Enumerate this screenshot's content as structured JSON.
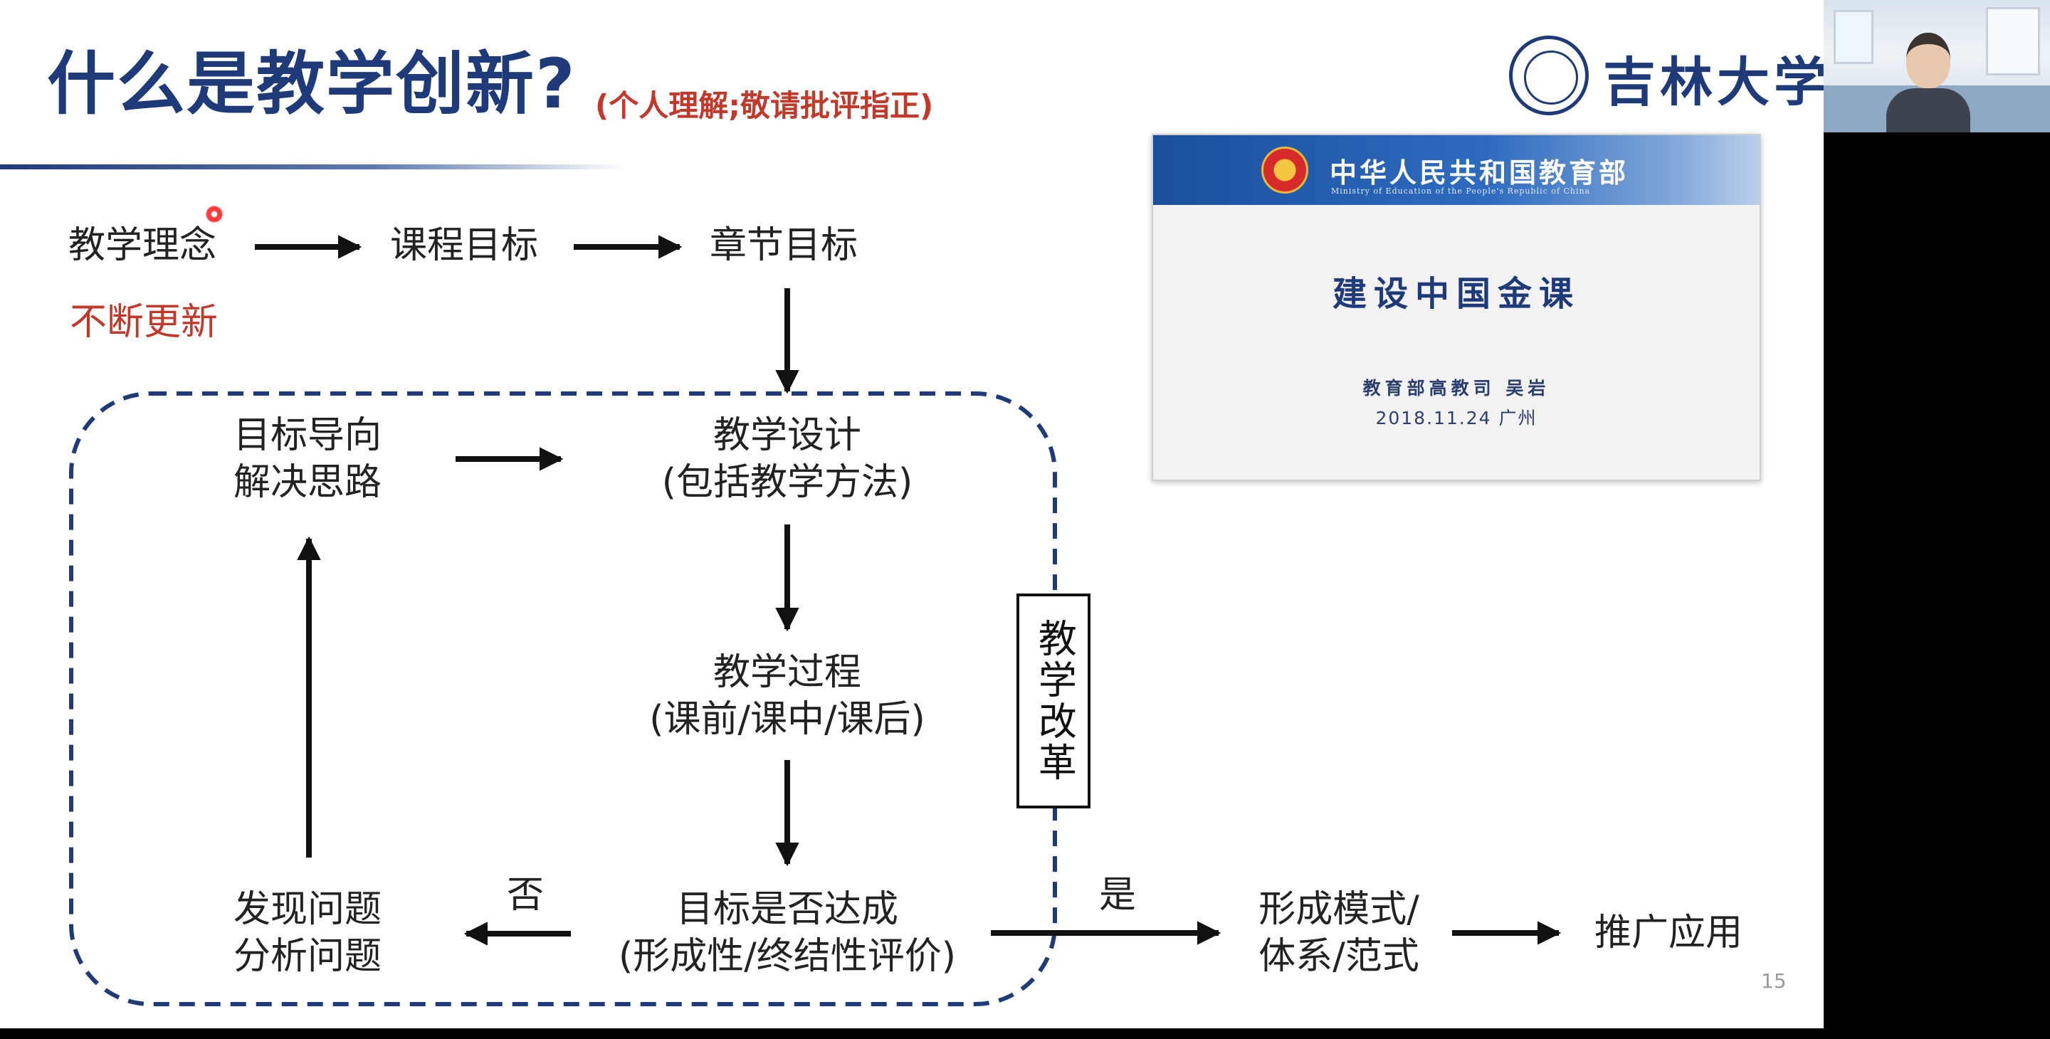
{
  "slide": {
    "title": "什么是教学创新?",
    "subtitle": "(个人理解;敬请批评指正)",
    "page_number": "15"
  },
  "logo": {
    "name": "吉林大学"
  },
  "flow": {
    "teaching_philosophy": "教学理念",
    "course_goals": "课程目标",
    "chapter_goals": "章节目标",
    "constant_update": "不断更新",
    "goal_oriented_line1": "目标导向",
    "goal_oriented_line2": "解决思路",
    "teaching_design_line1": "教学设计",
    "teaching_design_line2": "(包括教学方法)",
    "teaching_process_line1": "教学过程",
    "teaching_process_line2": "(课前/课中/课后)",
    "goal_achieved_line1": "目标是否达成",
    "goal_achieved_line2": "(形成性/终结性评价)",
    "find_problem_line1": "发现问题",
    "find_problem_line2": "分析问题",
    "no_label": "否",
    "yes_label": "是",
    "form_model_line1": "形成模式/",
    "form_model_line2": "体系/范式",
    "promote_apply": "推广应用",
    "reform_box": "教学改革"
  },
  "inset": {
    "ministry_name": "中华人民共和国教育部",
    "ministry_name_en": "Ministry of Education of the People's Republic of China",
    "headline": "建设中国金课",
    "presenter": "教育部高教司 吴岩",
    "date_place": "2018.11.24 广州"
  },
  "colors": {
    "title": "#1f3a78",
    "accent_red": "#c0392b",
    "dashed_border": "#1f3a78",
    "arrow": "#111111"
  }
}
